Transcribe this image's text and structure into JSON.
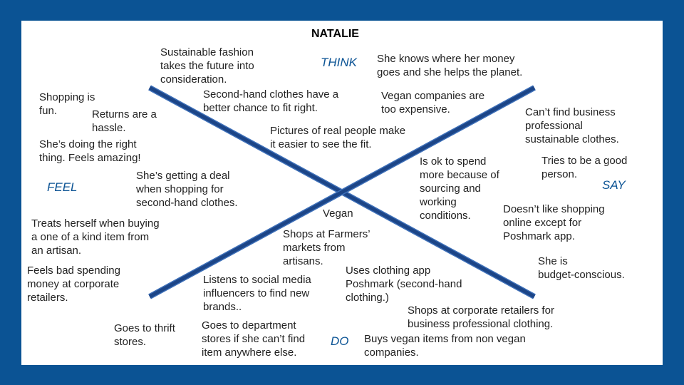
{
  "title": "NATALIE",
  "quadrants": {
    "think": "THINK",
    "feel": "FEEL",
    "say": "SAY",
    "do": "DO"
  },
  "colors": {
    "frame": "#0b5394",
    "line": "#1c4587",
    "line_edge": "#3d6fb8",
    "label": "#0b5394"
  },
  "notes": {
    "sustainable": "Sustainable fashion\ntakes the future into\nconsideration.",
    "money_planet": "She knows where her money\ngoes and she helps the planet.",
    "shopping_fun": "Shopping is\nfun.",
    "returns": "Returns are a\nhassle.",
    "secondhand_fit": "Second-hand clothes have a\nbetter chance to fit right.",
    "vegan_expensive": "Vegan companies are\ntoo expensive.",
    "business_clothes": "Can’t find business\nprofessional\nsustainable clothes.",
    "pictures": "Pictures of real people make\nit easier to see the  fit.",
    "doing_right": "She’s doing the right\nthing. Feels amazing!",
    "spend_more": "Is ok to spend\nmore because of\nsourcing and\nworking\nconditions.",
    "good_person": "Tries to be a good\nperson.",
    "getting_deal": "She’s getting a deal\nwhen shopping for\nsecond-hand clothes.",
    "vegan": "Vegan",
    "online": "Doesn’t like shopping\nonline except for\nPoshmark app.",
    "treats": "Treats herself when buying\na one of a kind item from\nan artisan.",
    "farmers": "Shops at Farmers’\nmarkets from\nartisans.",
    "budget": "She is\nbudget-conscious.",
    "feels_bad": "Feels bad spending\nmoney at corporate\nretailers.",
    "influencers": "Listens to social media\ninfluencers to find new\nbrands..",
    "poshmark": "Uses clothing app\nPoshmark (second-hand\nclothing.)",
    "corporate": "Shops at corporate retailers for\nbusiness professional clothing.",
    "thrift": "Goes to thrift\nstores.",
    "department": "Goes to department\nstores if she can’t find\nitem anywhere else.",
    "vegan_items": "Buys vegan items from non vegan\ncompanies."
  }
}
